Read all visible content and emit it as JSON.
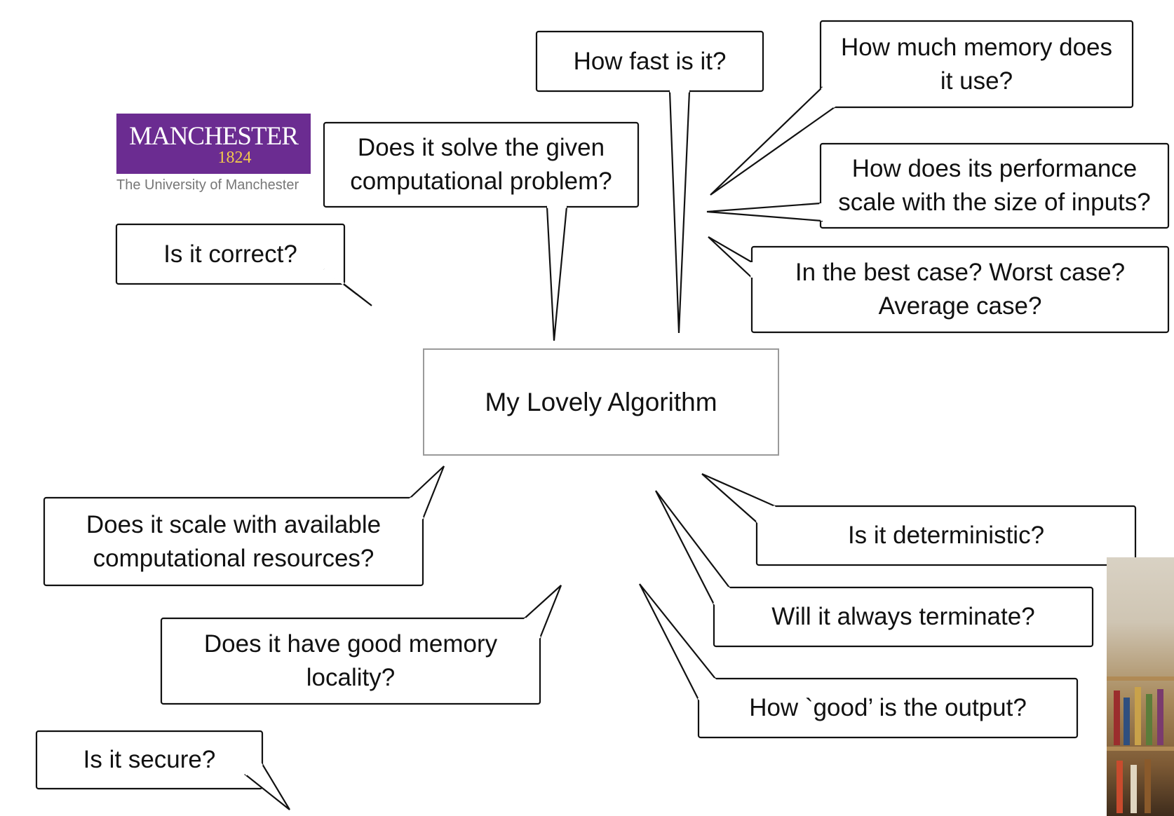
{
  "center": {
    "label": "My Lovely Algorithm"
  },
  "logo": {
    "name": "MANCHESTER",
    "year": "1824",
    "caption": "The University of Manchester"
  },
  "callouts": [
    {
      "id": "is-it-correct",
      "text": "Is it correct?"
    },
    {
      "id": "solves-problem",
      "text": "Does it solve the given\ncomputational problem?"
    },
    {
      "id": "how-fast",
      "text": "How fast is it?"
    },
    {
      "id": "memory-use",
      "text": "How much memory does\nit use?"
    },
    {
      "id": "performance-scale",
      "text": "How does its performance\nscale with the size of inputs?"
    },
    {
      "id": "case-analysis",
      "text": "In the best case? Worst case?\nAverage case?"
    },
    {
      "id": "scale-resources",
      "text": "Does it scale with available\ncomputational resources?"
    },
    {
      "id": "deterministic",
      "text": "Is it deterministic?"
    },
    {
      "id": "terminate",
      "text": "Will it always terminate?"
    },
    {
      "id": "memory-locality",
      "text": "Does it have good memory\nlocality?"
    },
    {
      "id": "output-quality",
      "text": "How `good’ is the output?"
    },
    {
      "id": "secure",
      "text": "Is it secure?"
    }
  ],
  "colors": {
    "logo_background": "#6b2c91",
    "outline": "#111111",
    "center_border": "#9a9a9a"
  },
  "video_overlay": {
    "visible": true
  }
}
